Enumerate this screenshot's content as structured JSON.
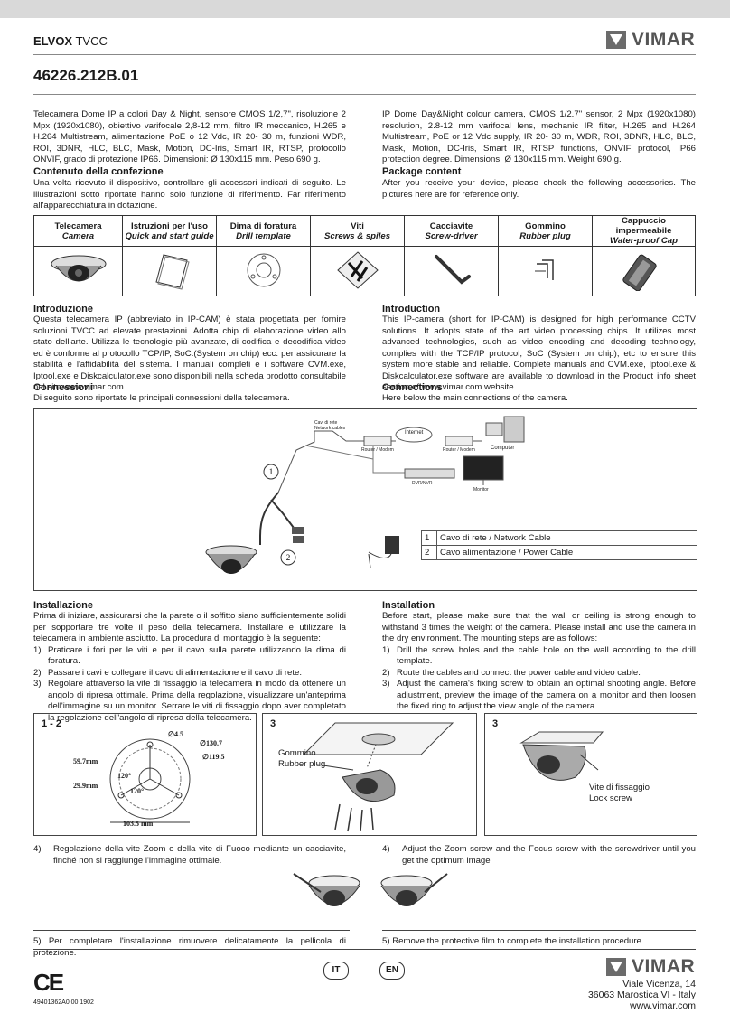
{
  "header": {
    "brand_bold": "ELVOX",
    "brand_rest": " TVCC",
    "logo_text": "VIMAR"
  },
  "product_code": "46226.212B.01",
  "intro_it": "Telecamera Dome IP a colori Day & Night, sensore CMOS 1/2,7\", risoluzione 2 Mpx (1920x1080), obiettivo varifocale 2,8-12 mm, filtro IR meccanico, H.265 e H.264 Multistream, alimentazione PoE o 12 Vdc, IR 20- 30 m, funzioni WDR, ROI, 3DNR, HLC, BLC, Mask, Motion, DC-Iris, Smart IR, RTSP, protocollo ONVIF, grado di protezione IP66. Dimensioni: Ø 130x115 mm. Peso 690 g.",
  "intro_en": "IP Dome Day&Night colour camera, CMOS 1/2.7\" sensor, 2 Mpx (1920x1080) resolution, 2.8-12 mm varifocal lens, mechanic IR filter, H.265 and H.264 Multistream, PoE or 12 Vdc supply, IR 20- 30 m, WDR, ROI, 3DNR, HLC, BLC, Mask, Motion, DC-Iris, Smart IR, RTSP functions, ONVIF protocol, IP66 protection degree. Dimensions: Ø 130x115 mm. Weight 690 g.",
  "package_it": {
    "title": "Contenuto della confezione",
    "text": "Una volta ricevuto il dispositivo, controllare gli accessori indicati di seguito. Le illustrazioni sotto riportate hanno solo funzione di riferimento. Far riferimento all'apparecchiatura in dotazione."
  },
  "package_en": {
    "title": "Package content",
    "text": "After you receive your device, please check the following accessories. The pictures here are for reference only."
  },
  "accessories": [
    {
      "it": "Telecamera",
      "en": "Camera"
    },
    {
      "it": "Istruzioni per l'uso",
      "en": "Quick and start guide"
    },
    {
      "it": "Dima di foratura",
      "en": "Drill template"
    },
    {
      "it": "Viti",
      "en": "Screws &  spiles"
    },
    {
      "it": "Cacciavite",
      "en": "Screw-driver"
    },
    {
      "it": "Gommino",
      "en": "Rubber plug"
    },
    {
      "it": "Cappuccio impermeabile",
      "en": "Water-proof Cap"
    }
  ],
  "introduzione": {
    "title": "Introduzione",
    "text": "Questa telecamera IP (abbreviato in IP-CAM) è stata progettata per fornire soluzioni TVCC ad elevate prestazioni. Adotta chip di elaborazione video allo stato dell'arte. Utilizza le tecnologie più avanzate, di codifica e decodifica video ed è conforme al protocollo TCP/IP, SoC.(System on chip) ecc. per assicurare la stabilità e l'affidabilità del sistema. I manuali completi e i software CVM.exe, Iptool.exe e Diskcalculator.exe sono disponibili nella scheda prodotto consultabile nel sito www.vimar.com."
  },
  "introduction": {
    "title": "Introduction",
    "text": "This IP-camera (short for IP-CAM) is designed for high performance CCTV solutions. It adopts state of the art video processing chips. It utilizes most advanced technologies, such as video encoding and decoding technology, complies with the TCP/IP protocol, SoC (System on chip), etc to ensure this system more stable and reliable. Complete manuals and CVM.exe, Iptool.exe & Diskcalculator.exe software are available to download in the Product info sheet section of www.vimar.com website."
  },
  "connessioni": {
    "title": "Connessioni",
    "text": "Di seguito sono riportate le principali connessioni della telecamera."
  },
  "connections": {
    "title": "Connections",
    "text": "Here below the main connections of the camera."
  },
  "diagram": {
    "network_cable": "Cavi di rete\nNetwork cables",
    "internet": "Internet",
    "router1": "Router / Modem",
    "router2": "Router / Modem",
    "computer": "Computer",
    "dvr": "DVR/NVR",
    "monitor": "Monitor",
    "label1": "1",
    "label2": "2",
    "legend": [
      {
        "n": "1",
        "text": "Cavo di rete / Network Cable"
      },
      {
        "n": "2",
        "text": "Cavo alimentazione / Power Cable"
      }
    ]
  },
  "installazione": {
    "title": "Installazione",
    "text": "Prima di iniziare, assicurarsi che la parete o il soffitto siano sufficientemente solidi per sopportare tre volte il peso della telecamera. Installare e utilizzare la telecamera in ambiente asciutto. La procedura di montaggio è la seguente:",
    "steps": [
      {
        "n": "1)",
        "text": "Praticare i fori per le viti e per il cavo sulla parete utilizzando la dima di foratura."
      },
      {
        "n": "2)",
        "text": "Passare i cavi e collegare il cavo di alimentazione e il cavo di rete."
      },
      {
        "n": "3)",
        "text": "Regolare attraverso la vite di fissaggio la telecamera in modo da ottenere un angolo di ripresa ottimale. Prima della regolazione, visualizzare un'anteprima dell'immagine su un monitor. Serrare le viti di fissaggio dopo aver completato la regolazione dell'angolo di ripresa della telecamera."
      }
    ]
  },
  "installation": {
    "title": "Installation",
    "text": "Before start, please make sure that the wall or ceiling is strong enough to withstand 3 times the weight of the camera. Please install and use the camera in the dry environment. The mounting steps are as follows:",
    "steps": [
      {
        "n": "1)",
        "text": "Drill the screw holes and the cable hole on the wall according to the drill template."
      },
      {
        "n": "2)",
        "text": "Route the cables and connect the power cable and video cable."
      },
      {
        "n": "3)",
        "text": "Adjust the camera's fixing screw to obtain an optimal shooting angle. Before adjustment, preview the image of the camera on a monitor and then loosen the fixed ring to adjust the view angle of the camera."
      }
    ]
  },
  "figures": {
    "fig1_label": "1 - 2",
    "fig2_label": "3",
    "fig3_label": "3",
    "dims": {
      "d1": "∅4.5",
      "d2": "∅130.7",
      "d3": "∅119.5",
      "d4": "59.7mm",
      "d5": "29.9mm",
      "d6": "120°",
      "d7": "120°",
      "d8": "103.5 mm"
    },
    "rubber_it": "Gommino",
    "rubber_en": "Rubber plug",
    "lock_it": "Vite di fissaggio",
    "lock_en": "Lock screw"
  },
  "step4_it": {
    "n": "4)",
    "text": "Regolazione della vite Zoom e della vite di Fuoco mediante un cacciavite, finché non si raggiunge l'immagine ottimale."
  },
  "step4_en": {
    "n": "4)",
    "text": "Adjust the Zoom screw and the Focus screw with the screwdriver until you get the optimum image"
  },
  "step5_it": "5) Per completare l'installazione rimuovere delicatamente la pellicola di protezione.",
  "step5_en": "5) Remove the protective film to complete the installation procedure.",
  "footer": {
    "ce": "CE",
    "doc_code": "49401362A0  00  1902",
    "lang_it": "IT",
    "lang_en": "EN",
    "logo_text": "VIMAR",
    "addr1": "Viale Vicenza, 14",
    "addr2": "36063 Marostica VI - Italy",
    "addr3": "www.vimar.com"
  }
}
